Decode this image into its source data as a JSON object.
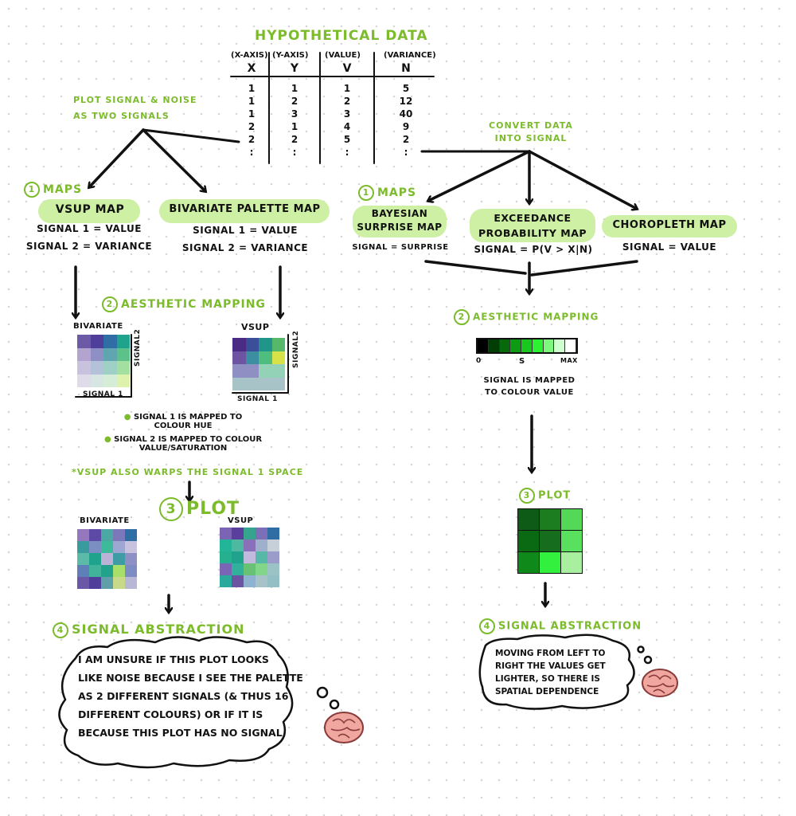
{
  "title": "HYPOTHETICAL DATA",
  "table": {
    "headers": [
      {
        "top": "(X-AXIS)",
        "sym": "X"
      },
      {
        "top": "(Y-AXIS)",
        "sym": "Y"
      },
      {
        "top": "(VALUE)",
        "sym": "V"
      },
      {
        "top": "(VARIANCE)",
        "sym": "N"
      }
    ],
    "rows": [
      [
        "1",
        "1",
        "1",
        "5"
      ],
      [
        "1",
        "2",
        "2",
        "12"
      ],
      [
        "1",
        "3",
        "3",
        "40"
      ],
      [
        "2",
        "1",
        "4",
        "9"
      ],
      [
        "2",
        "2",
        "5",
        "2"
      ],
      [
        ":",
        ":",
        ":",
        ":"
      ]
    ]
  },
  "left_note": "PLOT SIGNAL & NOISE AS TWO SIGNALS",
  "right_note": "CONVERT DATA INTO SIGNAL",
  "left": {
    "maps_num": "1",
    "maps_label": "MAPS",
    "vsup": {
      "title": "VSUP MAP",
      "line1": "SIGNAL 1 = VALUE",
      "line2": "SIGNAL 2 = VARIANCE"
    },
    "bivariate": {
      "title": "BIVARIATE PALETTE MAP",
      "line1": "SIGNAL 1 = VALUE",
      "line2": "SIGNAL 2 = VARIANCE"
    },
    "aes_num": "2",
    "aes_label": "AESTHETIC MAPPING",
    "legend_biv_label": "BIVARIATE",
    "legend_vsup_label": "VSUP",
    "signal1": "SIGNAL 1",
    "signal2": "SIGNAL2",
    "bullet1": "SIGNAL 1 IS MAPPED TO COLOUR HUE",
    "bullet2": "SIGNAL 2 IS MAPPED TO COLOUR VALUE/SATURATION",
    "note": "*VSUP ALSO WARPS THE SIGNAL 1 SPACE",
    "plot_num": "3",
    "plot_label": "PLOT",
    "plot_biv_label": "BIVARIATE",
    "plot_vsup_label": "VSUP",
    "abs_num": "4",
    "abs_label": "SIGNAL ABSTRACTION",
    "thought_lines": [
      "I AM UNSURE IF THIS PLOT LOOKS",
      "LIKE NOISE BECAUSE I SEE THE PALETTE",
      "AS 2 DIFFERENT SIGNALS (& THUS 16",
      "DIFFERENT COLOURS) OR IF IT IS",
      "BECAUSE THIS PLOT HAS NO SIGNAL."
    ]
  },
  "right": {
    "maps_num": "1",
    "maps_label": "MAPS",
    "bayes": {
      "title1": "BAYESIAN",
      "title2": "SURPRISE MAP",
      "signal": "SIGNAL = SURPRISE"
    },
    "exceed": {
      "title1": "EXCEEDANCE",
      "title2": "PROBABILITY MAP",
      "signal": "SIGNAL = P(V > X|N)"
    },
    "choro": {
      "title": "CHOROPLETH MAP",
      "signal": "SIGNAL = VALUE"
    },
    "aes_num": "2",
    "aes_label": "AESTHETIC MAPPING",
    "scale_0": "0",
    "scale_s": "S",
    "scale_max": "MAX",
    "scale_caption1": "SIGNAL IS MAPPED",
    "scale_caption2": "TO COLOUR VALUE",
    "plot_num": "3",
    "plot_label": "PLOT",
    "abs_num": "4",
    "abs_label": "SIGNAL ABSTRACTION",
    "thought_lines": [
      "MOVING FROM LEFT TO",
      "RIGHT THE VALUES GET",
      "LIGHTER, SO THERE IS",
      "SPATIAL DEPENDENCE"
    ]
  },
  "colors": {
    "accent": "#7cbb2b",
    "pill": "#cdf0a4",
    "legend_biv": [
      "#6d5aa7",
      "#4f3f9a",
      "#2f6ea5",
      "#1fa38d",
      "#b2a3cf",
      "#8e8fc4",
      "#5fa6b1",
      "#5dc28a",
      "#c9c2df",
      "#b3c1d9",
      "#9fd0c6",
      "#a3dfa0",
      "#e0dbe9",
      "#d8e6e3",
      "#d5ecd6",
      "#def2ae"
    ],
    "legend_vsup": [
      "#4b2c85",
      "#3a4e9a",
      "#21958a",
      "#55b86a",
      "#6d54a3",
      "#3b8fa0",
      "#4fbd7d",
      "#d6e247",
      "#8f8fc4",
      "#8f8fc4",
      "#94d2b7",
      "#94d2b7",
      "#a8c3c8",
      "#a8c3c8",
      "#a8c3c8",
      "#a8c3c8"
    ],
    "plot_biv": [
      "#9477bd",
      "#5c4aa6",
      "#4ba8a2",
      "#7a78bb",
      "#2f6ea5",
      "#3a9b9e",
      "#7c8fc2",
      "#3dba9a",
      "#9ea6d2",
      "#c9c2df",
      "#5cbaa8",
      "#1fa38d",
      "#bcb2d8",
      "#3f9ca5",
      "#8e8fc4",
      "#5f7fb8",
      "#41b39a",
      "#23a28b",
      "#a8df6b",
      "#7d8cc3",
      "#6a57a8",
      "#4f3f9a",
      "#5e9fa9",
      "#c9d98a",
      "#b8b7d5"
    ],
    "plot_vsup": [
      "#7a64b3",
      "#5b3f9c",
      "#35a38e",
      "#7d6fb7",
      "#2f6ea5",
      "#22b597",
      "#4fb8a0",
      "#8a6fb9",
      "#9fb0cd",
      "#c7d0d8",
      "#25b08f",
      "#1fa38d",
      "#c2b9df",
      "#56b9a8",
      "#9c9ccb",
      "#7b66b5",
      "#31b19b",
      "#67c275",
      "#83d58a",
      "#9bc2c4",
      "#2ba99d",
      "#6d54a3",
      "#8fb2d1",
      "#a8c3c8",
      "#94bfc4"
    ],
    "plot_green": [
      "#0d5b16",
      "#1c7d20",
      "#53d957",
      "#0a6a14",
      "#176d1e",
      "#59e05e",
      "#0f8a1a",
      "#33f03e",
      "#a8f0a0"
    ],
    "scale": [
      "#000000",
      "#033d06",
      "#066a0c",
      "#0c9b13",
      "#18c81f",
      "#2ef033",
      "#7ef77f",
      "#cfffd0",
      "#ffffff"
    ]
  }
}
